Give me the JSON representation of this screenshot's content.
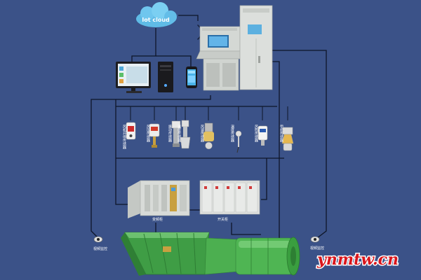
{
  "colors": {
    "background": "#3b5288",
    "line": "#0e1628",
    "cabinet": "#d6d9d6",
    "fan_green": "#49b34d",
    "cloud": "#5fbbe6",
    "watermark": "#d9161c"
  },
  "cloud": {
    "label": "Iot cloud",
    "icon": "cloud-icon"
  },
  "devices": {
    "computer": {
      "icon": "desktop-computer-icon"
    },
    "phone": {
      "icon": "smartphone-icon"
    },
    "console": {
      "icon": "control-console-icon"
    },
    "wifi": {
      "icon": "wifi-signal-icon"
    }
  },
  "sensors": [
    {
      "label": "风机开停传感器",
      "icon": "fan-switch-sensor-icon"
    },
    {
      "label": "风压传感器",
      "icon": "wind-pressure-sensor-icon"
    },
    {
      "label": "振动传感器",
      "icon": "vibration-sensor-icon"
    },
    {
      "label": "温度传感器",
      "icon": "temperature-sensor-icon"
    },
    {
      "label": "风速传感器",
      "icon": "wind-speed-sensor-icon"
    },
    {
      "label": "温度传感器",
      "icon": "temperature-probe-icon"
    },
    {
      "label": "风筒传感器",
      "icon": "duct-sensor-icon"
    },
    {
      "label": "甲烷传感器",
      "icon": "methane-sensor-icon"
    }
  ],
  "cabinets": {
    "inverter": {
      "label": "变频柜",
      "icon": "inverter-cabinet-icon"
    },
    "switch": {
      "label": "开关柜",
      "icon": "switch-cabinet-icon"
    }
  },
  "cameras": {
    "left": {
      "label": "视频监控",
      "icon": "camera-icon"
    },
    "right": {
      "label": "视频监控",
      "icon": "camera-icon"
    }
  },
  "fan": {
    "icon": "mine-fan-icon"
  },
  "watermark": {
    "text": "ynmtw.cn"
  }
}
